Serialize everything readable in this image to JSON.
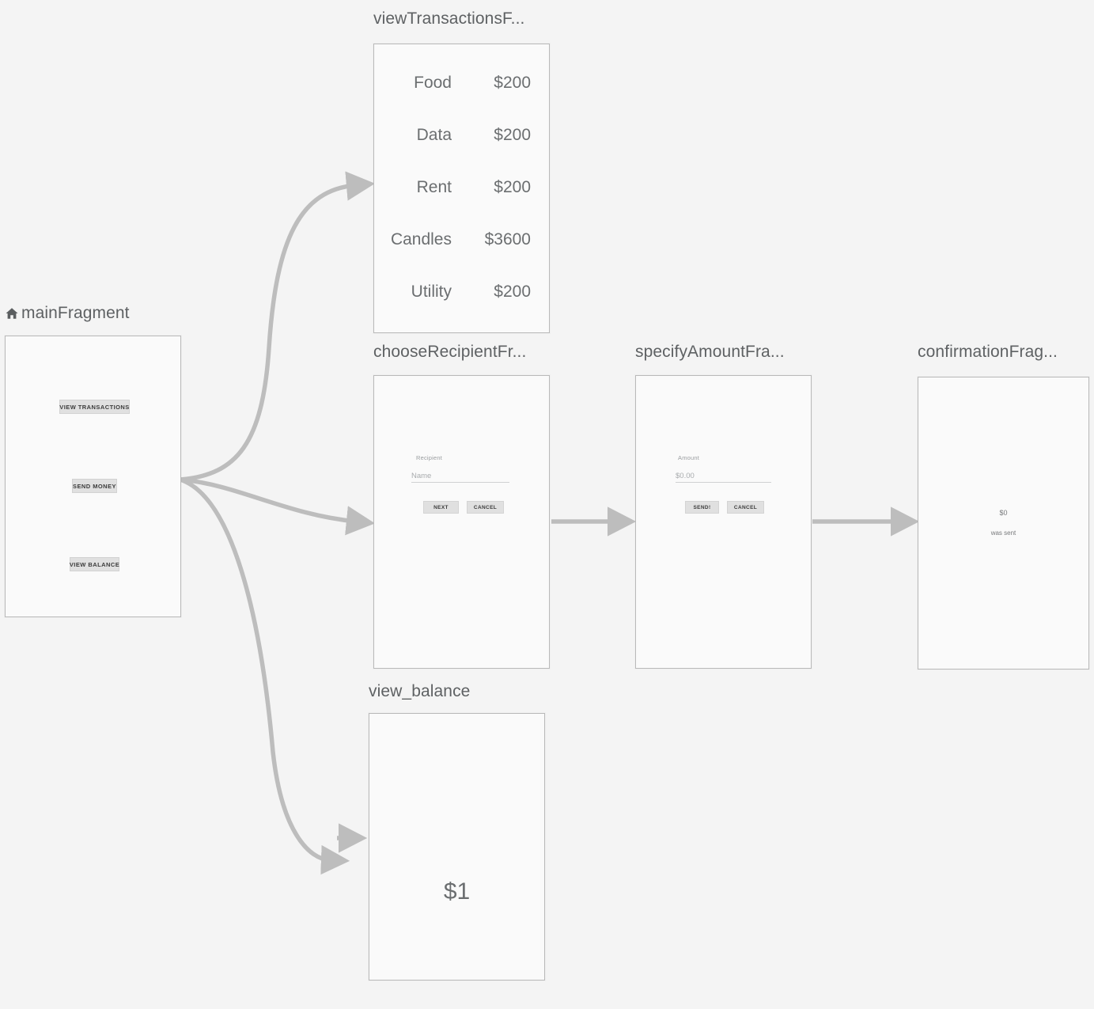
{
  "editor": {
    "type": "navigation-graph",
    "background_color": "#f4f4f4",
    "frame_fill": "#fafafa",
    "frame_border": "#b9b9b9",
    "edge_color": "#bdbdbd",
    "label_color": "#5e6163"
  },
  "destinations": [
    {
      "id": "viewTransactionsFragment",
      "label": "viewTransactionsF...",
      "is_start": false,
      "preview": "transaction-list"
    },
    {
      "id": "mainFragment",
      "label": "mainFragment",
      "is_start": true,
      "start_icon": "home-icon",
      "preview": "main-buttons"
    },
    {
      "id": "chooseRecipientFragment",
      "label": "chooseRecipientFr...",
      "is_start": false,
      "preview": "recipient-form"
    },
    {
      "id": "specifyAmountFragment",
      "label": "specifyAmountFra...",
      "is_start": false,
      "preview": "amount-form"
    },
    {
      "id": "confirmationFragment",
      "label": "confirmationFrag...",
      "is_start": false,
      "preview": "confirmation"
    },
    {
      "id": "view_balance",
      "label": "view_balance",
      "is_start": false,
      "preview": "balance"
    }
  ],
  "transactions": {
    "rows": [
      {
        "name": "Food",
        "amount": "$200"
      },
      {
        "name": "Data",
        "amount": "$200"
      },
      {
        "name": "Rent",
        "amount": "$200"
      },
      {
        "name": "Candles",
        "amount": "$3600"
      },
      {
        "name": "Utility",
        "amount": "$200"
      }
    ]
  },
  "main_fragment": {
    "buttons": [
      {
        "label": "VIEW TRANSACTIONS"
      },
      {
        "label": "SEND MONEY"
      },
      {
        "label": "VIEW BALANCE"
      }
    ]
  },
  "recipient_form": {
    "field_label": "Recipient",
    "input_placeholder": "Name",
    "primary_button": "NEXT",
    "secondary_button": "CANCEL"
  },
  "amount_form": {
    "field_label": "Amount",
    "input_placeholder": "$0.00",
    "primary_button": "SEND!",
    "secondary_button": "CANCEL"
  },
  "confirmation": {
    "amount": "$0",
    "message": "was sent"
  },
  "balance": {
    "amount": "$1"
  }
}
